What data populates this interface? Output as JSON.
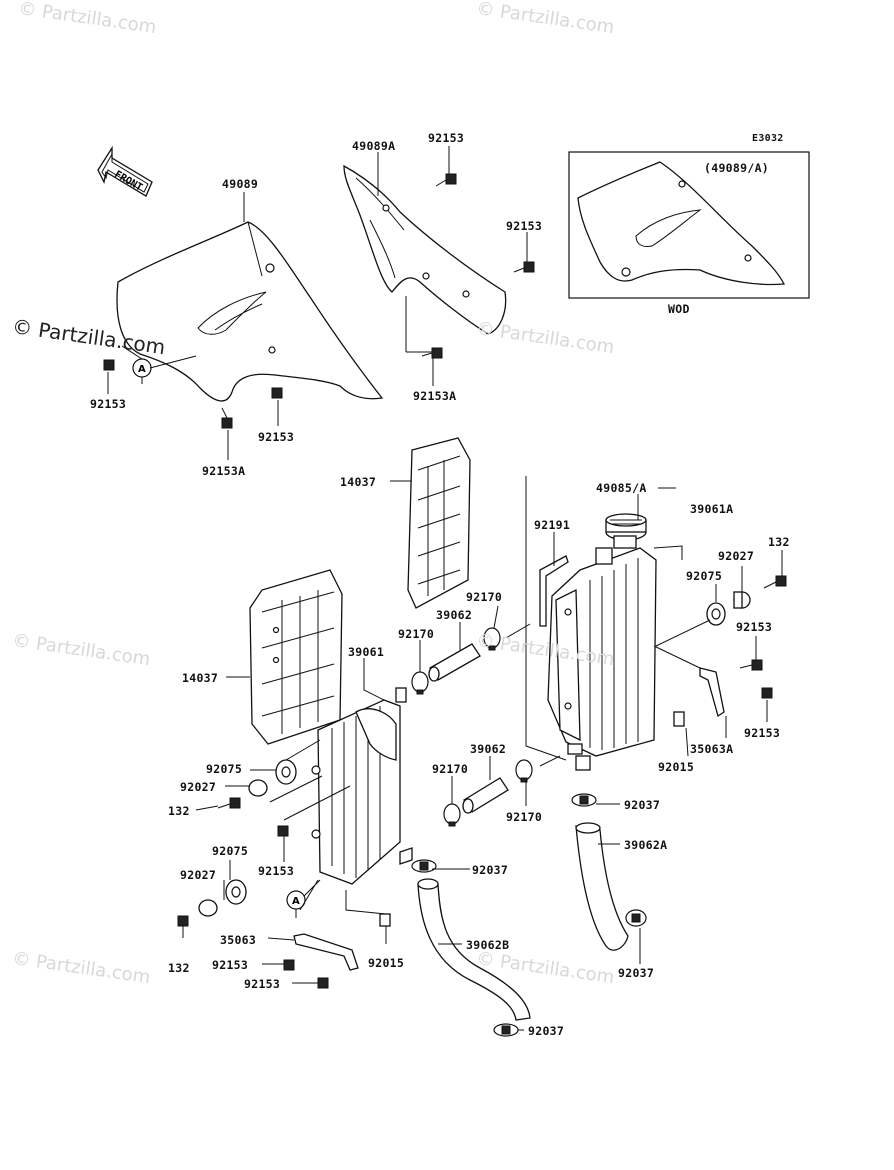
{
  "watermarks": {
    "text": "© Partzilla.com",
    "main_text": "© Partzilla.com"
  },
  "diagram_code": "E3032",
  "front_arrow_label": "FRONT",
  "inset": {
    "title": "(49089/A)",
    "caption": "WOD"
  },
  "callouts": {
    "a_marker": "A"
  },
  "labels": {
    "l_49089": "49089",
    "l_49089a": "49089A",
    "l_92153_top": "92153",
    "l_92153_right_top": "92153",
    "l_92153_left": "92153",
    "l_92153_shroud_bottom": "92153",
    "l_92153a_left": "92153A",
    "l_92153a_center": "92153A",
    "l_14037_top": "14037",
    "l_14037_left": "14037",
    "l_49085a": "49085/A",
    "l_39061a": "39061A",
    "l_92191": "92191",
    "l_132_right": "132",
    "l_92027_right": "92027",
    "l_92075_right": "92075",
    "l_92153_rad_right1": "92153",
    "l_92153_rad_right2": "92153",
    "l_35063a": "35063A",
    "l_92015_right": "92015",
    "l_92170_upper_r": "92170",
    "l_39062_upper": "39062",
    "l_92170_upper_l": "92170",
    "l_39061": "39061",
    "l_92075_left_top": "92075",
    "l_92027_left_top": "92027",
    "l_132_left_top": "132",
    "l_39062_lower": "39062",
    "l_92170_lower_l": "92170",
    "l_92170_lower_r": "92170",
    "l_92037_mid_r": "92037",
    "l_39062a": "39062A",
    "l_92153_rad_left": "92153",
    "l_92075_left_bot": "92075",
    "l_92037_mid_l": "92037",
    "l_92027_left_bot": "92027",
    "l_35063": "35063",
    "l_132_left_bot": "132",
    "l_92153_bracket1": "92153",
    "l_92153_bracket2": "92153",
    "l_92015_left": "92015",
    "l_39062b": "39062B",
    "l_92037_right_bot": "92037",
    "l_92037_bottom": "92037"
  }
}
